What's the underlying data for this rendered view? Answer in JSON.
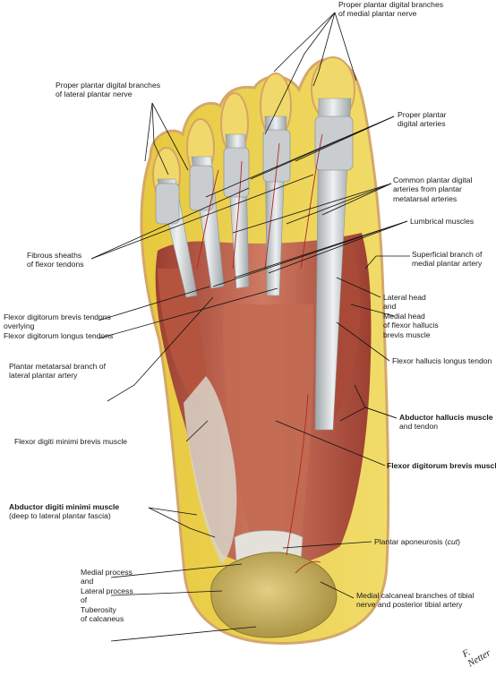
{
  "labels": {
    "prop_medial": [
      "Proper plantar digital branches",
      "of medial plantar nerve"
    ],
    "prop_lateral": [
      "Proper plantar digital branches",
      "of lateral plantar nerve"
    ],
    "prop_arteries": [
      "Proper plantar",
      "digital arteries"
    ],
    "common_arteries": [
      "Common plantar digital",
      "arteries from plantar",
      "metatarsal arteries"
    ],
    "lumbrical": [
      "Lumbrical muscles"
    ],
    "superficial": [
      "Superficial branch of",
      "medial plantar artery"
    ],
    "fibrous": [
      "Fibrous sheaths",
      "of flexor tendons"
    ],
    "fhb": [
      "Lateral head",
      "and",
      "Medial head",
      "of flexor hallucis",
      "brevis muscle"
    ],
    "fdb_tendons": [
      "Flexor digitorum brevis tendons",
      "overlying",
      "Flexor digitorum longus tendons"
    ],
    "fhl": [
      "Flexor hallucis longus tendon"
    ],
    "plantar_metatarsal": [
      "Plantar metatarsal branch of",
      "lateral plantar artery"
    ],
    "abd_hallucis": {
      "bold": "Abductor hallucis muscle",
      "rest": "and tendon"
    },
    "fdmb": [
      "Flexor digiti minimi brevis muscle"
    ],
    "fdb_muscle": [
      "Flexor digitorum brevis muscle"
    ],
    "abd_dm": {
      "bold": "Abductor digiti minimi muscle",
      "rest": "(deep to lateral plantar fascia)"
    },
    "aponeurosis": {
      "main": "Plantar aponeurosis (",
      "ital": "cut",
      "end": ")"
    },
    "calcaneus": [
      "Medial process",
      "and",
      "Lateral process",
      "of",
      "Tuberosity",
      "of calcaneus"
    ],
    "calcaneal_branches": [
      "Medial calcaneal branches of tibial",
      "nerve and posterior tibial artery"
    ]
  },
  "signature": "F. Netter",
  "colors": {
    "background": "#ffffff",
    "fat": "#e9cf4e",
    "skin": "#e6c08a",
    "muscle": "#b65a45",
    "tendon": "#d3d6d8",
    "calcaneus": "#cdb663",
    "leader": "#111111"
  }
}
